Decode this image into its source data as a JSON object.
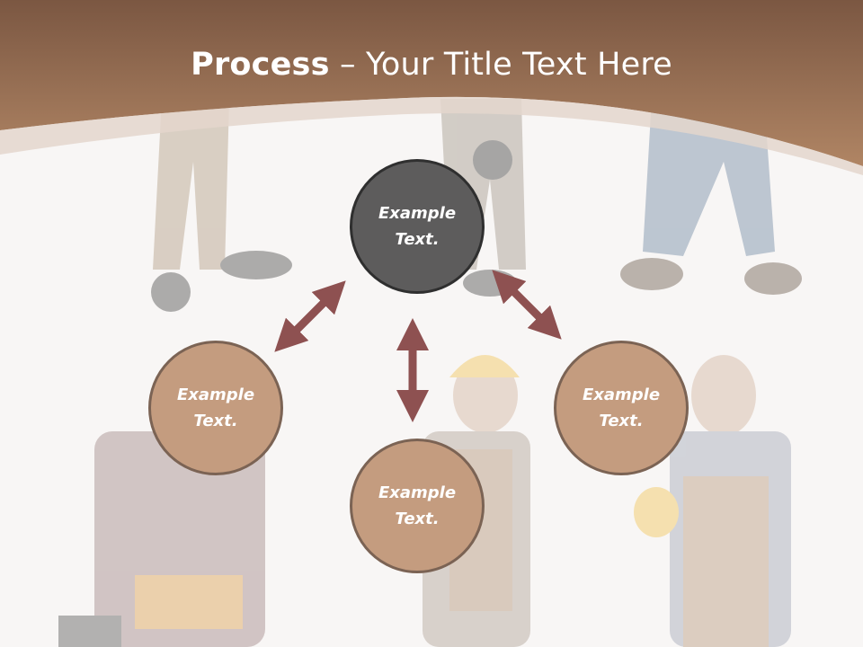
{
  "slide": {
    "title_bold": "Process",
    "title_rest": " – Your Title Text Here"
  },
  "nodes": {
    "top": "Example\nText.",
    "left": "Example\nText.",
    "bottom": "Example\nText.",
    "right": "Example\nText."
  },
  "colors": {
    "header_brown": "#a7795a",
    "node_dark": "#5d5c5c",
    "node_tan": "#c49c7f",
    "arrow": "#8e5151"
  }
}
